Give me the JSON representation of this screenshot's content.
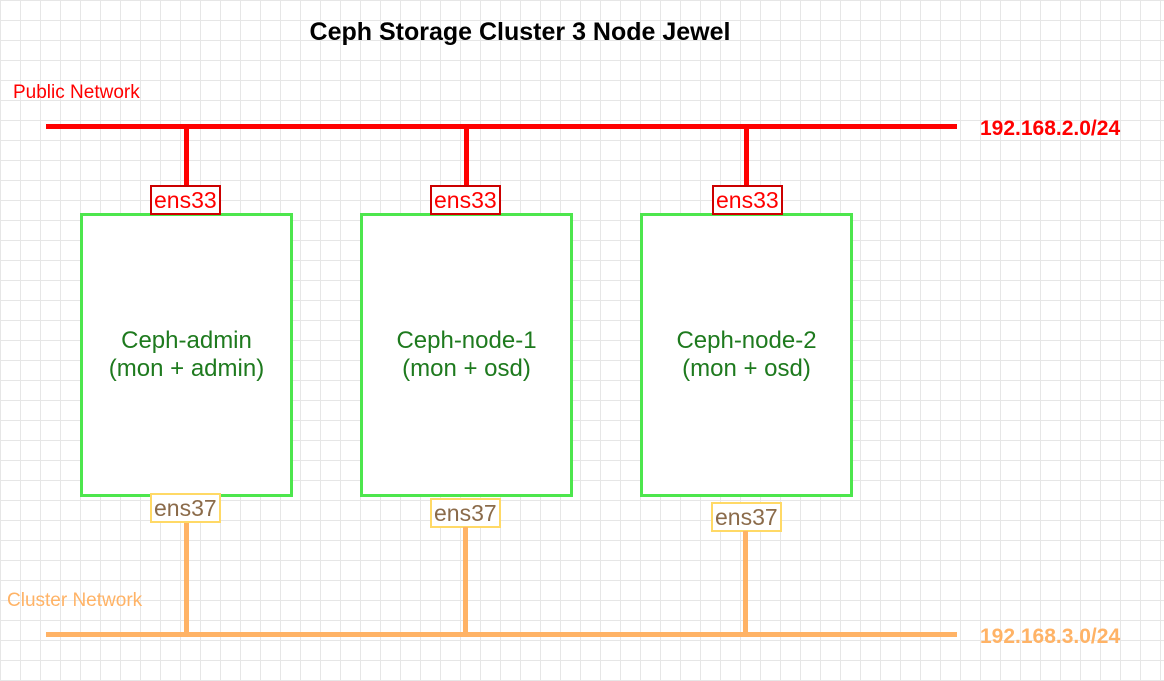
{
  "title": "Ceph Storage Cluster 3 Node Jewel",
  "networks": {
    "public": {
      "label": "Public Network",
      "cidr": "192.168.2.0/24",
      "color": "#ff0000"
    },
    "cluster": {
      "label": "Cluster Network",
      "cidr": "192.168.3.0/24",
      "color": "#ffb366"
    }
  },
  "nodes": [
    {
      "name": "Ceph-admin",
      "role": "(mon + admin)",
      "public_iface": "ens33",
      "cluster_iface": "ens37"
    },
    {
      "name": "Ceph-node-1",
      "role": "(mon + osd)",
      "public_iface": "ens33",
      "cluster_iface": "ens37"
    },
    {
      "name": "Ceph-node-2",
      "role": "(mon + osd)",
      "public_iface": "ens33",
      "cluster_iface": "ens37"
    }
  ],
  "colors": {
    "node_border": "#4de64d",
    "node_text": "#1e7a1e",
    "iface_cluster_text": "#8b6b4a"
  }
}
